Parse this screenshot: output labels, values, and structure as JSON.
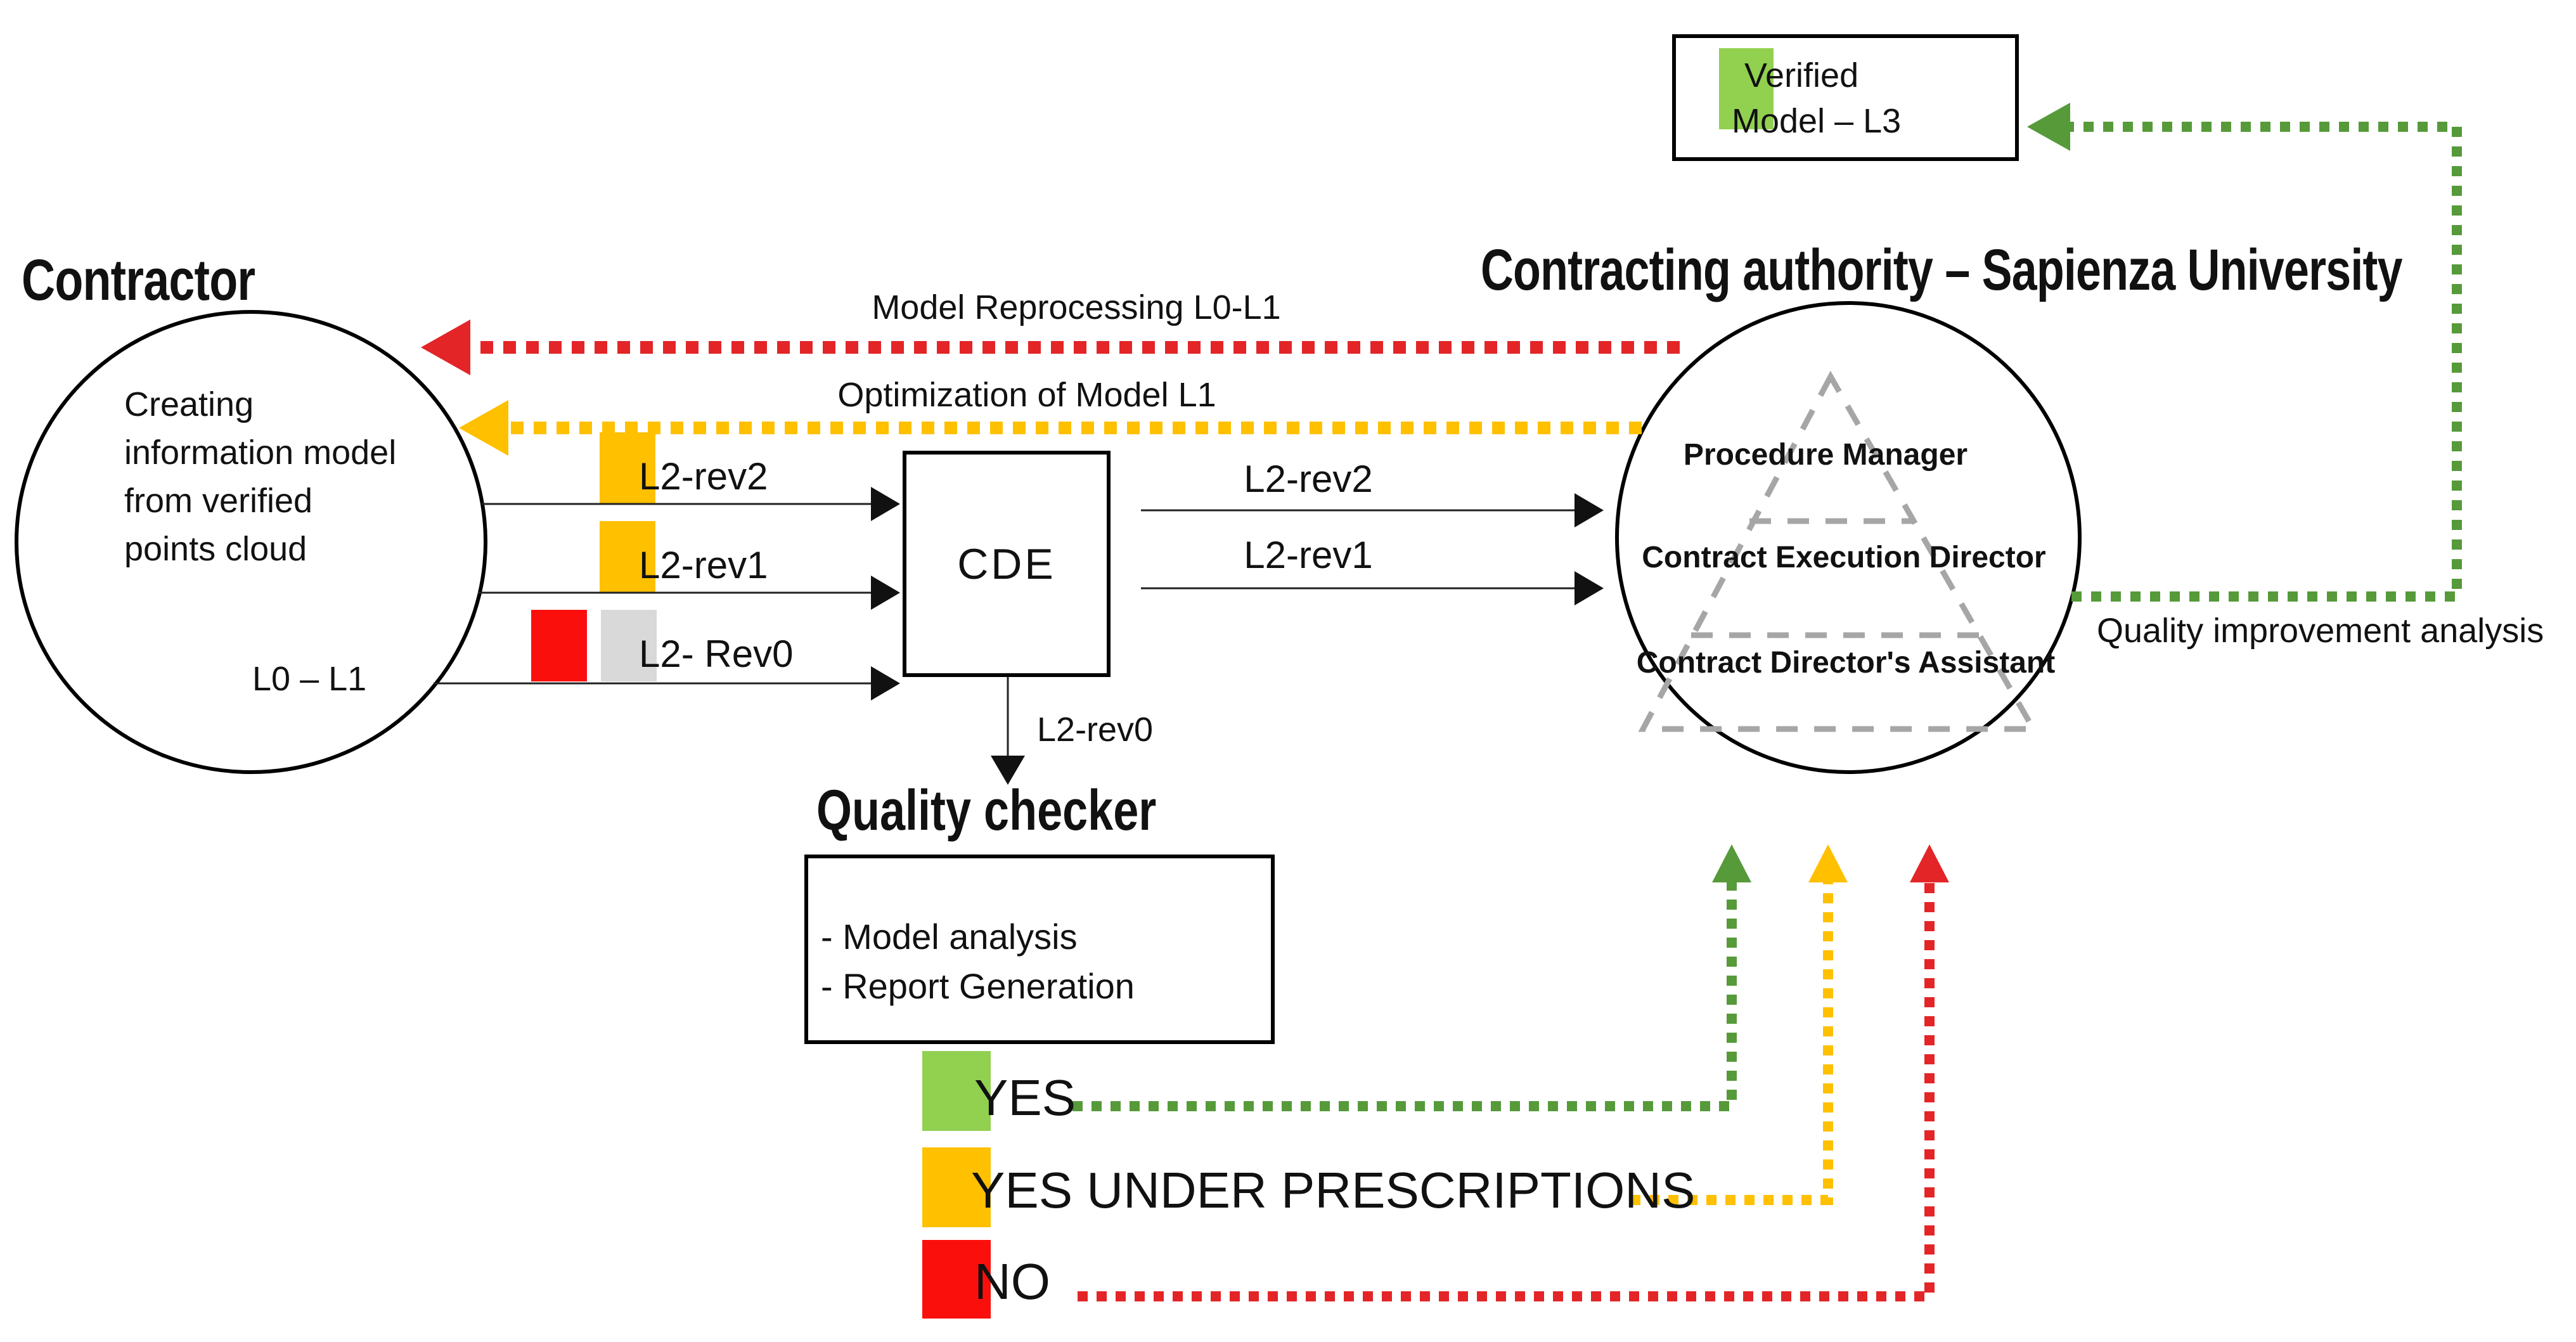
{
  "colors": {
    "green_fill": "#92d050",
    "green_line": "#569a3a",
    "orange": "#ffc000",
    "red_fill": "#fb0f0c",
    "red_line": "#e32528",
    "gray_fill": "#d9d9d9",
    "triangle_gray": "#a6a6a6",
    "ink": "#111111"
  },
  "verified_box": {
    "line1": "Verified",
    "line2": "Model – L3"
  },
  "contractor": {
    "title": "Contractor",
    "circle_text": "Creating information model from verified points cloud",
    "level_label": "L0 – L1"
  },
  "feedback": {
    "reprocessing_label": "Model Reprocessing L0-L1",
    "optimization_label": "Optimization of Model L1"
  },
  "submissions": {
    "rev2": "L2-rev2",
    "rev1": "L2-rev1",
    "rev0": "L2- Rev0"
  },
  "cde": {
    "label": "CDE",
    "out_rev2": "L2-rev2",
    "out_rev1": "L2-rev1",
    "to_checker": "L2-rev0"
  },
  "authority": {
    "title": "Contracting authority – Sapienza University",
    "roles": [
      "Procedure Manager",
      "Contract Execution Director",
      "Contract Director's Assistant"
    ]
  },
  "quality_checker": {
    "title": "Quality checker",
    "tasks": [
      "- Model analysis",
      "- Report Generation"
    ]
  },
  "legend": {
    "yes": "YES",
    "yes_under": "YES UNDER PRESCRIPTIONS",
    "no": "NO"
  },
  "quality_improvement_label": "Quality improvement analysis"
}
